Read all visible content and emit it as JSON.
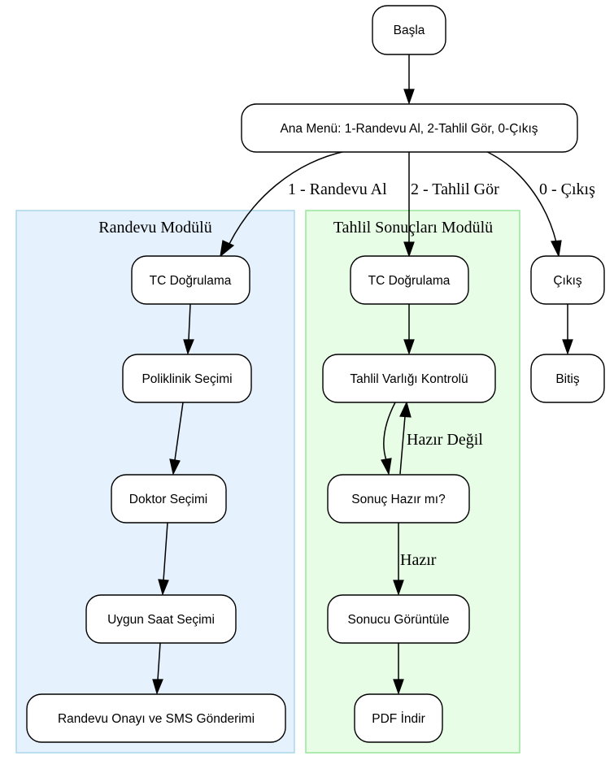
{
  "colors": {
    "randevu_fill": "#e5f1fc",
    "randevu_stroke": "#a8d6ea",
    "tahlil_fill": "#e7fde6",
    "tahlil_stroke": "#99e49a",
    "node_stroke": "#000000"
  },
  "clusters": {
    "randevu": {
      "title": "Randevu Modülü"
    },
    "tahlil": {
      "title": "Tahlil Sonuçları Modülü"
    }
  },
  "nodes": {
    "basla": "Başla",
    "ana_menu": "Ana Menü: 1-Randevu Al, 2-Tahlil Gör, 0-Çıkış",
    "r_tc": "TC Doğrulama",
    "r_poliklinik": "Poliklinik Seçimi",
    "r_doktor": "Doktor Seçimi",
    "r_saat": "Uygun Saat Seçimi",
    "r_onay": "Randevu Onayı ve SMS Gönderimi",
    "t_tc": "TC Doğrulama",
    "t_kontrol": "Tahlil Varlığı Kontrolü",
    "t_hazir_mi": "Sonuç Hazır mı?",
    "t_goruntule": "Sonucu Görüntüle",
    "t_pdf": "PDF İndir",
    "cikis": "Çıkış",
    "bitis": "Bitiş"
  },
  "edges": {
    "randevu_al": "1 - Randevu Al",
    "tahlil_gor": "2 - Tahlil Gör",
    "cikis": "0 - Çıkış",
    "hazir_degil": "Hazır Değil",
    "hazir": "Hazır"
  }
}
